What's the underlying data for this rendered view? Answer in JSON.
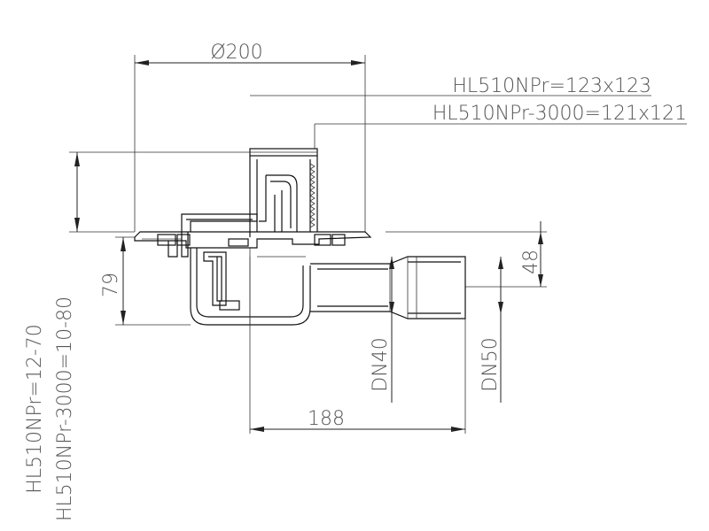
{
  "dimensions": {
    "diameter_top": "Ø200",
    "depth_left": "79",
    "outlet_height": "48",
    "outlet_length": "188",
    "outlet_dn40": "DN40",
    "outlet_dn50": "DN50"
  },
  "specs": {
    "grate_standard": "HL510NPr=123x123",
    "grate_3000": "HL510NPr-3000=121x121",
    "height_standard": "HL510NPr=12-70",
    "height_3000": "HL510NPr-3000=10-80"
  }
}
